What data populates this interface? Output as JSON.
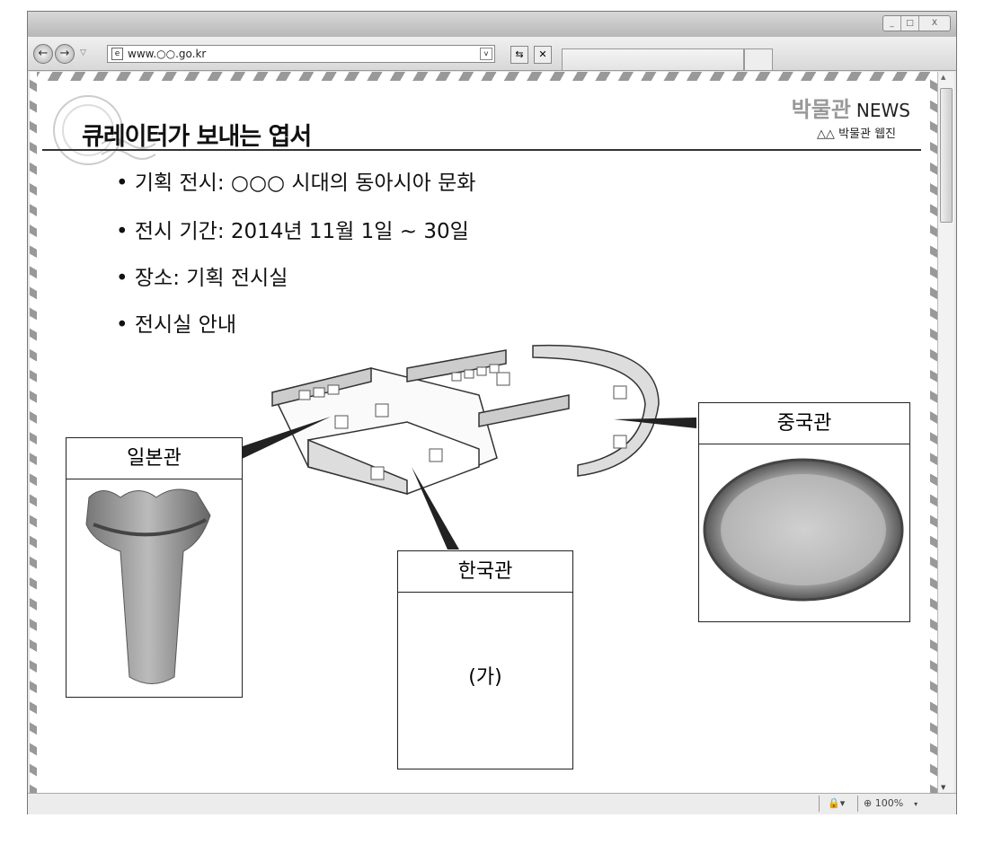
{
  "window": {
    "controls": [
      "_",
      "□",
      "X"
    ]
  },
  "toolbar": {
    "url": "www.○○.go.kr",
    "back": "←",
    "forward": "→",
    "refresh": "⇆",
    "stop": "✕"
  },
  "page": {
    "title": "큐레이터가 보내는 엽서",
    "brand": "박물관",
    "brand_news": "NEWS",
    "subtitle": "△△ 박물관 웹진",
    "bullets": [
      "• 기획 전시: ○○○  시대의 동아시아 문화",
      "• 전시 기간:  2014년 11월 1일 ~ 30일",
      "• 장소: 기획 전시실",
      "• 전시실 안내"
    ],
    "halls": {
      "japan": "일본관",
      "korea": "한국관",
      "china": "중국관",
      "korea_content": "(가)"
    }
  },
  "status": {
    "zoom": "100%"
  }
}
